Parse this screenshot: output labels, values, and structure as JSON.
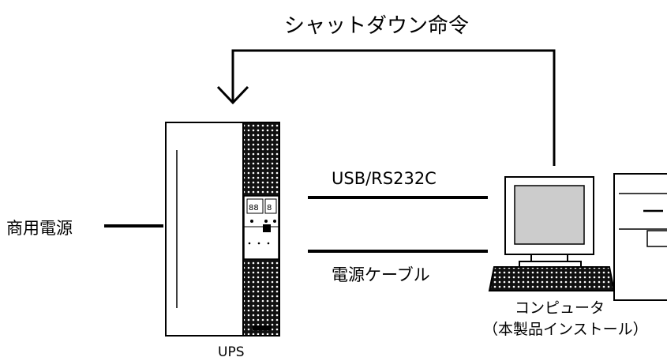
{
  "labels": {
    "title": "シャットダウン命令",
    "usb": "USB/RS232C",
    "power": "電源ケーブル",
    "mains": "商用電源",
    "ups": "UPS",
    "computer_line1": "コンピュータ",
    "computer_line2": "（本製品インストール）"
  },
  "colors": {
    "line": "#000000",
    "screen": "#cccccc",
    "panel": "#ffffff"
  }
}
